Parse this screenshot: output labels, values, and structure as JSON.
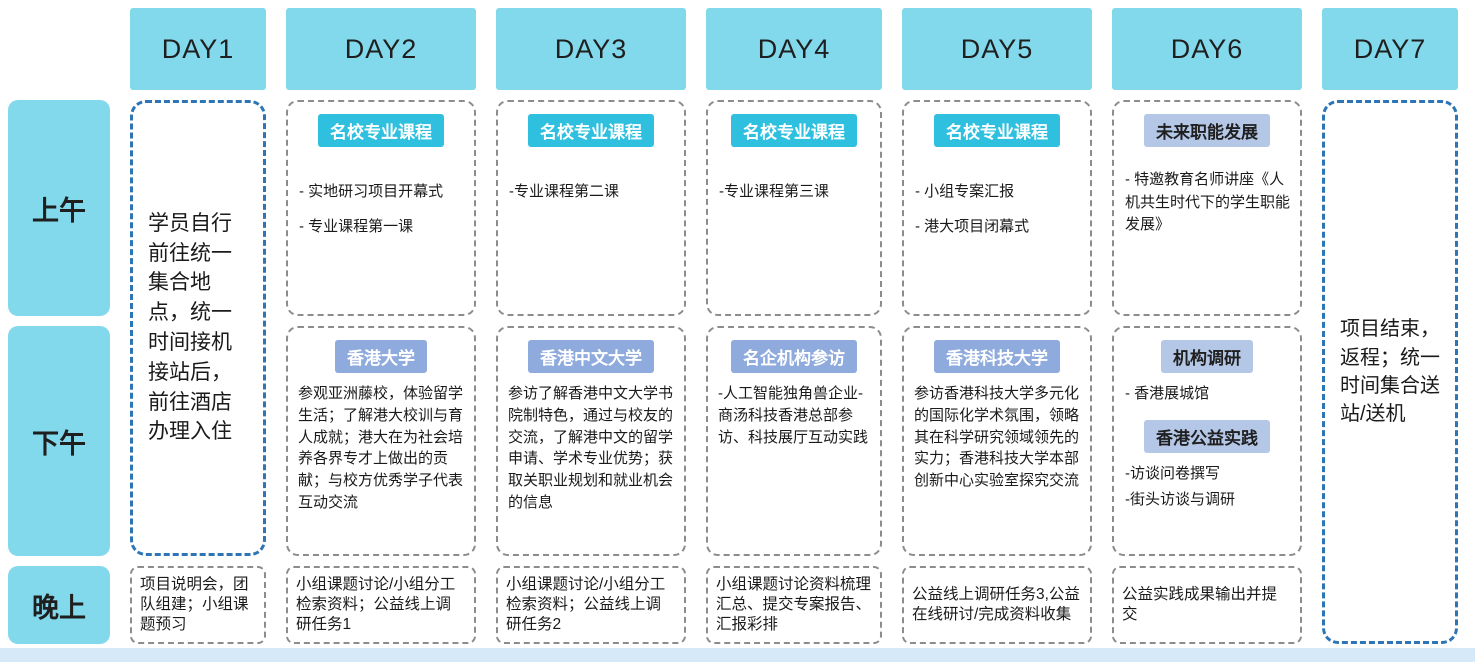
{
  "header": {
    "days": [
      "DAY1",
      "DAY2",
      "DAY3",
      "DAY4",
      "DAY5",
      "DAY6",
      "DAY7"
    ]
  },
  "row_labels": {
    "morning": "上午",
    "afternoon": "下午",
    "evening": "晚上"
  },
  "colors": {
    "header_bg": "#82d9ec",
    "badge_cyan": "#2fc0e0",
    "badge_periwinkle": "#8faadc",
    "badge_light": "#b4c7e7",
    "border_gray": "#8c8c8c",
    "border_blue": "#2e75b6",
    "footer_bg": "#d6e9f8"
  },
  "day1": {
    "main": "学员自行前往统一集合地点，统一时间接机接站后，前往酒店办理入住",
    "evening": "项目说明会，团队组建；小组课题预习"
  },
  "day2": {
    "morning": {
      "badge": "名校专业课程",
      "lines": [
        "- 实地研习项目开幕式",
        "- 专业课程第一课"
      ]
    },
    "afternoon": {
      "badge": "香港大学",
      "text": "参观亚洲藤校，体验留学生活；了解港大校训与育人成就；港大在为社会培养各界专才上做出的贡献；与校方优秀学子代表互动交流"
    },
    "evening": "小组课题讨论/小组分工检索资料；公益线上调研任务1"
  },
  "day3": {
    "morning": {
      "badge": "名校专业课程",
      "lines": [
        "-专业课程第二课"
      ]
    },
    "afternoon": {
      "badge": "香港中文大学",
      "text": "参访了解香港中文大学书院制特色，通过与校友的交流，了解港中文的留学申请、学术专业优势；获取关职业规划和就业机会的信息"
    },
    "evening": "小组课题讨论/小组分工检索资料；公益线上调研任务2"
  },
  "day4": {
    "morning": {
      "badge": "名校专业课程",
      "lines": [
        "-专业课程第三课"
      ]
    },
    "afternoon": {
      "badge": "名企机构参访",
      "text": "-人工智能独角兽企业-商汤科技香港总部参访、科技展厅互动实践"
    },
    "evening": "小组课题讨论资料梳理汇总、提交专案报告、汇报彩排"
  },
  "day5": {
    "morning": {
      "badge": "名校专业课程",
      "lines": [
        "- 小组专案汇报",
        "- 港大项目闭幕式"
      ]
    },
    "afternoon": {
      "badge": "香港科技大学",
      "text": "参访香港科技大学多元化的国际化学术氛围，领略其在科学研究领域领先的实力；香港科技大学本部创新中心实验室探究交流"
    },
    "evening": "公益线上调研任务3,公益在线研讨/完成资料收集"
  },
  "day6": {
    "morning": {
      "badge": "未来职能发展",
      "lines": [
        "- 特邀教育名师讲座《人机共生时代下的学生职能发展》"
      ]
    },
    "afternoon": {
      "badge1": "机构调研",
      "lines1": [
        "- 香港展城馆"
      ],
      "badge2": "香港公益实践",
      "lines2": [
        "-访谈问卷撰写",
        "-街头访谈与调研"
      ]
    },
    "evening": "公益实践成果输出并提交"
  },
  "day7": {
    "main": "项目结束，返程；统一时间集合送站/送机"
  }
}
